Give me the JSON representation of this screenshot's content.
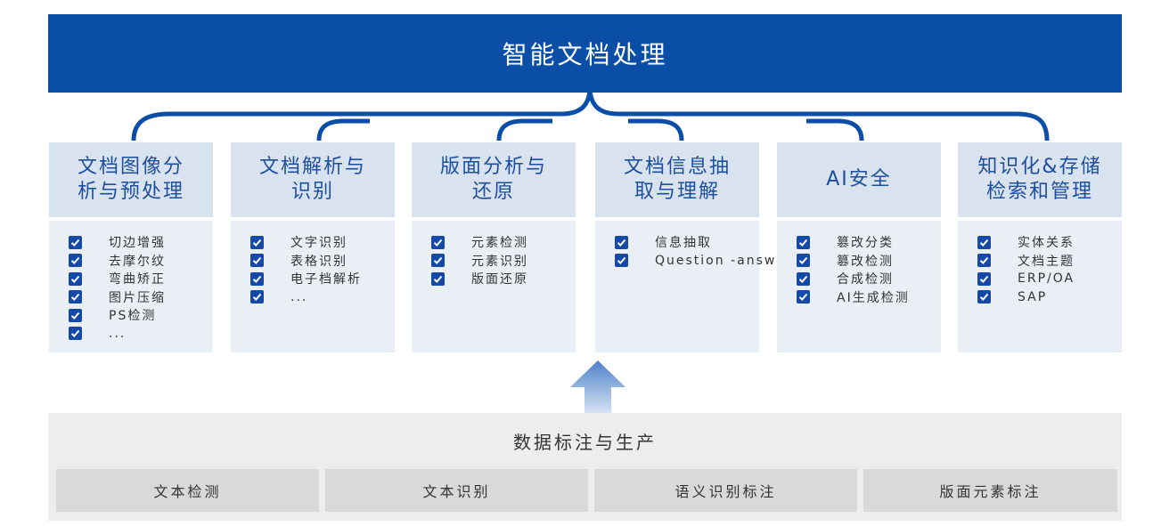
{
  "title": "智能文档处理",
  "columns": [
    {
      "heading": [
        "文档图像分",
        "析与预处理"
      ],
      "items": [
        "切边增强",
        "去摩尔纹",
        "弯曲矫正",
        "图片压缩",
        "PS检测",
        "..."
      ]
    },
    {
      "heading": [
        "文档解析与",
        "识别"
      ],
      "items": [
        "文字识别",
        "表格识别",
        "电子档解析",
        "..."
      ]
    },
    {
      "heading": [
        "版面分析与",
        "还原"
      ],
      "items": [
        "元素检测",
        "元素识别",
        "版面还原"
      ]
    },
    {
      "heading": [
        "文档信息抽",
        "取与理解"
      ],
      "items": [
        "信息抽取",
        "Question -answer"
      ]
    },
    {
      "heading": [
        "AI安全"
      ],
      "items": [
        "篡改分类",
        "篡改检测",
        "合成检测",
        "AI生成检测"
      ]
    },
    {
      "heading": [
        "知识化&存储",
        "检索和管理"
      ],
      "items": [
        "实体关系",
        "文档主题",
        "ERP/OA",
        "SAP"
      ]
    }
  ],
  "bottom": {
    "title": "数据标注与生产",
    "cells": [
      "文本检测",
      "文本识别",
      "语义识别标注",
      "版面元素标注"
    ]
  },
  "colors": {
    "primary": "#0b4ea8",
    "header_bg": "#d9e3ef",
    "body_bg": "#eaeff6",
    "check": "#1549a8"
  },
  "icons": {
    "checkbox": "checked-checkbox-icon",
    "arrow": "up-arrow-icon"
  }
}
